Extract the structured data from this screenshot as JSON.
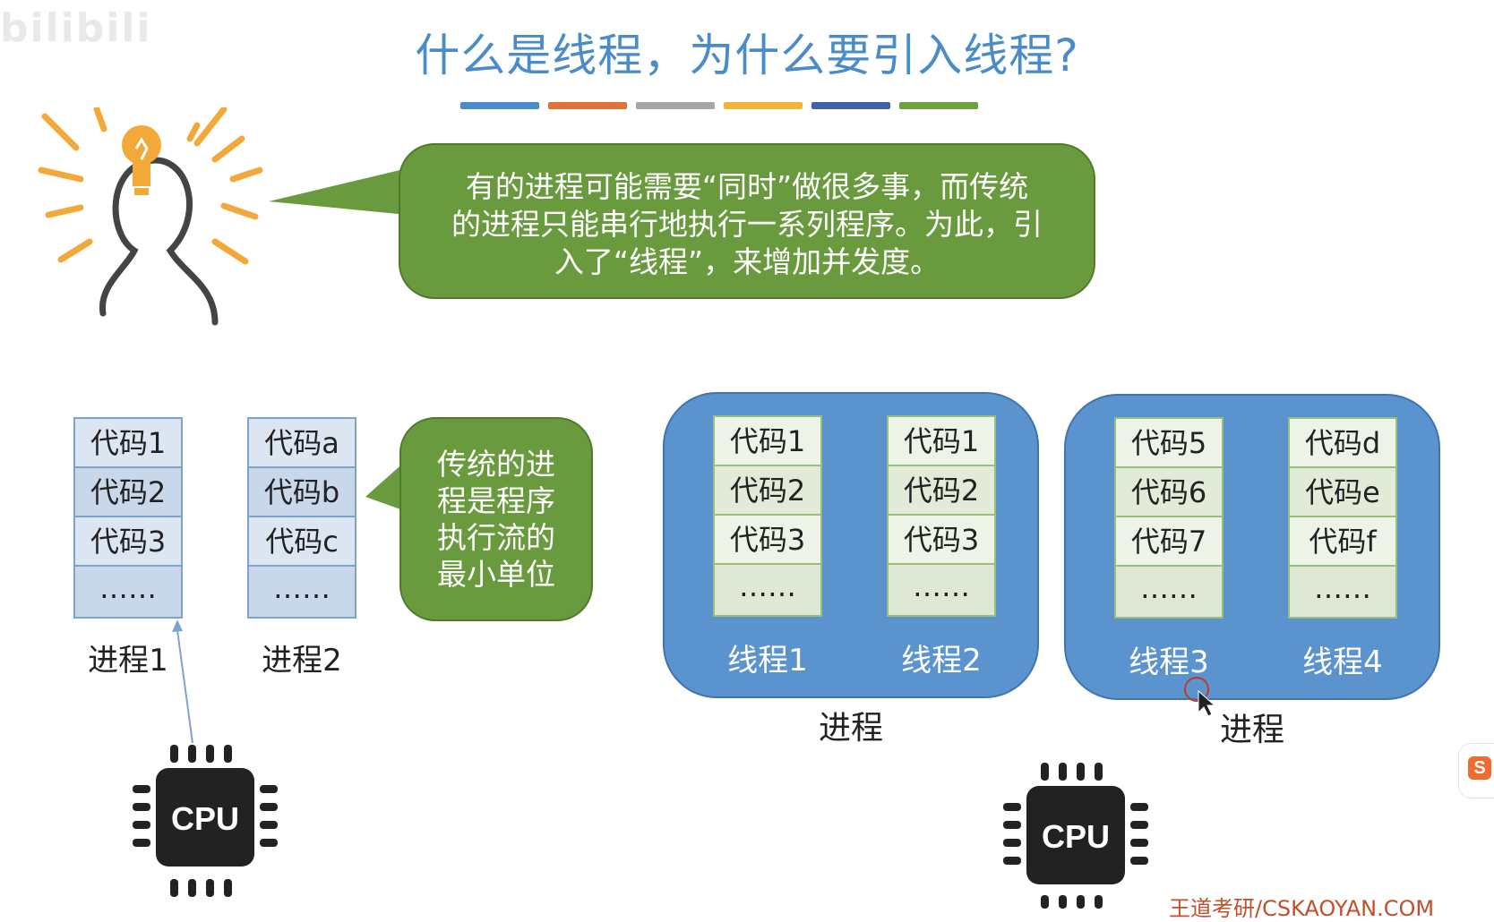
{
  "watermark": "bilibili",
  "title": "什么是线程，为什么要引入线程?",
  "color_bar": [
    "#4a8cc9",
    "#e0733a",
    "#a6a6a6",
    "#f2b53a",
    "#3f63a8",
    "#6aa33f"
  ],
  "main_bubble": {
    "lines": [
      "有的进程可能需要“同时”做很多事，而传统",
      "的进程只能串行地执行一系列程序。为此，引",
      "入了“线程”，来增加并发度。"
    ]
  },
  "small_bubble": {
    "lines": [
      "传统的进",
      "程是程序",
      "执行流的",
      "最小单位"
    ]
  },
  "process1": {
    "cells": [
      "代码1",
      "代码2",
      "代码3",
      "……"
    ],
    "label": "进程1"
  },
  "process2": {
    "cells": [
      "代码a",
      "代码b",
      "代码c",
      "……"
    ],
    "label": "进程2"
  },
  "process_a": {
    "label": "进程",
    "threads": [
      {
        "cells": [
          "代码1",
          "代码2",
          "代码3",
          "……"
        ],
        "label": "线程1"
      },
      {
        "cells": [
          "代码1",
          "代码2",
          "代码3",
          "……"
        ],
        "label": "线程2"
      }
    ]
  },
  "process_b": {
    "label": "进程",
    "threads": [
      {
        "cells": [
          "代码5",
          "代码6",
          "代码7",
          "……"
        ],
        "label": "线程3"
      },
      {
        "cells": [
          "代码d",
          "代码e",
          "代码f",
          "……"
        ],
        "label": "线程4"
      }
    ]
  },
  "cpu_left": {
    "label": "CPU"
  },
  "cpu_right": {
    "label": "CPU"
  },
  "footer": "王道考研/CSKAOYAN.COM",
  "icons": [
    "idea-person-icon",
    "lightbulb-icon",
    "cpu-icon",
    "mouse-cursor-icon",
    "sogou-ime-icon"
  ]
}
